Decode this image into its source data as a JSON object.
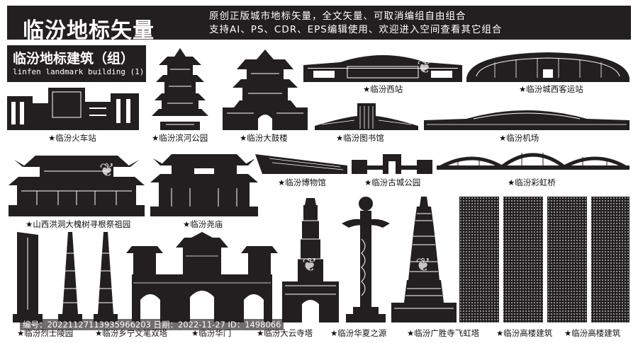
{
  "banner": {
    "title": "临汾地标矢量",
    "desc_line1": "原创正版城市地标矢量，全文矢量、可取消编组自由组合",
    "desc_line2": "支持AI、PS、CDR、EPS编辑使用、欢迎进入空间查看其它组合"
  },
  "subtitle": {
    "cn": "临汾地标建筑（组）",
    "en": "linfen landmark building (1)"
  },
  "landmarks": [
    {
      "label": "★临汾西站"
    },
    {
      "label": "★临汾城西客运站"
    },
    {
      "label": "★临汾火车站"
    },
    {
      "label": "★临汾滨河公园"
    },
    {
      "label": "★临汾大鼓楼"
    },
    {
      "label": "★临汾图书馆"
    },
    {
      "label": "★临汾机场"
    },
    {
      "label": "★临汾博物馆"
    },
    {
      "label": "★临汾古城公园"
    },
    {
      "label": "★临汾彩虹桥"
    },
    {
      "label": "★山西洪洞大槐树寻根祭祖园"
    },
    {
      "label": "★临汾尧庙"
    },
    {
      "label": "★临汾烈士陵园"
    },
    {
      "label": "★临汾乡宁文笔双塔"
    },
    {
      "label": "★临汾华门"
    },
    {
      "label": "★临汾大云寺塔"
    },
    {
      "label": "★临汾华夏之源"
    },
    {
      "label": "★临汾广胜寺飞虹塔"
    },
    {
      "label": "★临汾高楼建筑"
    },
    {
      "label": "★临汾高楼建筑"
    }
  ],
  "footer": {
    "text": "编号：20221127113935966203 日期：2022-11-27 ID：1498066"
  },
  "watermark": {
    "glyph": "❦"
  },
  "colors": {
    "ink": "#231f20",
    "paper": "#ffffff"
  }
}
